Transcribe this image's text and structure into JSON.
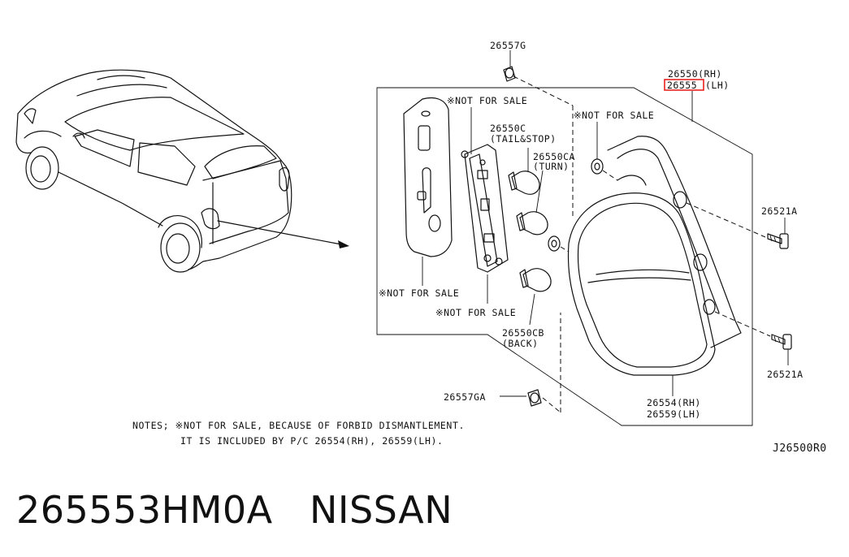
{
  "callouts": {
    "c26557g": "26557G",
    "c26550rh": "26550(RH)",
    "c26555lh_code": "26555",
    "c26555lh_side": "(LH)",
    "nfs1": "※NOT FOR SALE",
    "nfs2": "※NOT FOR SALE",
    "nfs3": "※NOT FOR SALE",
    "nfs4": "※NOT FOR SALE",
    "c26550c": "26550C",
    "c26550c_desc": "(TAIL&STOP)",
    "c26550ca": "26550CA",
    "c26550ca_desc": "(TURN)",
    "c26521a_top": "26521A",
    "c26521a_bottom": "26521A",
    "c26550cb": "26550CB",
    "c26550cb_desc": "(BACK)",
    "c26557ga": "26557GA",
    "c26554rh": "26554(RH)",
    "c26559lh": "26559(LH)"
  },
  "notes": {
    "line1": "NOTES; ※NOT FOR SALE, BECAUSE OF FORBID DISMANTLEMENT.",
    "line2": "IT IS INCLUDED BY P/C 26554(RH), 26559(LH)."
  },
  "diagram_code": "J26500R0",
  "caption": {
    "part_number": "265553HM0A",
    "brand": "NISSAN"
  },
  "colors": {
    "highlight": "#e8231f",
    "ink": "#111111"
  }
}
